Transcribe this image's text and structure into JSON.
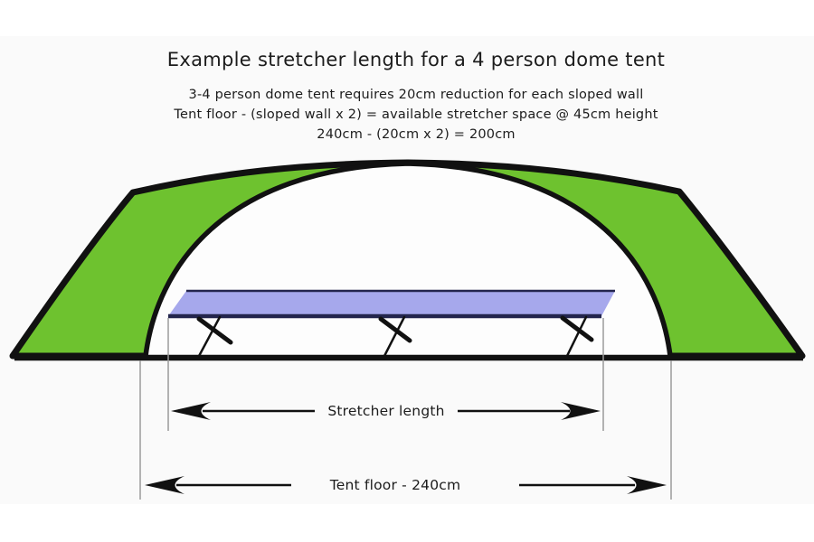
{
  "title": "Example stretcher length for a 4 person dome tent",
  "notes": {
    "line1": "3-4 person dome tent requires 20cm reduction for each sloped wall",
    "line2": "Tent floor - (sloped wall x 2) = available stretcher space @ 45cm height",
    "line3": "240cm - (20cm x 2) = 200cm"
  },
  "labels": {
    "stretcher_length": "Stretcher length",
    "tent_floor": "Tent floor - 240cm"
  },
  "colors": {
    "wall_green": "#6ec22f",
    "dome_interior": "#fdfdfd",
    "stretcher_top": "#a6a8ec",
    "stretcher_rail": "#23254d",
    "outline": "#111111",
    "extension_line": "#9b9b9b",
    "canvas_bg": "#fafafa",
    "page_bg": "#ffffff",
    "text": "#1c1c1c"
  }
}
